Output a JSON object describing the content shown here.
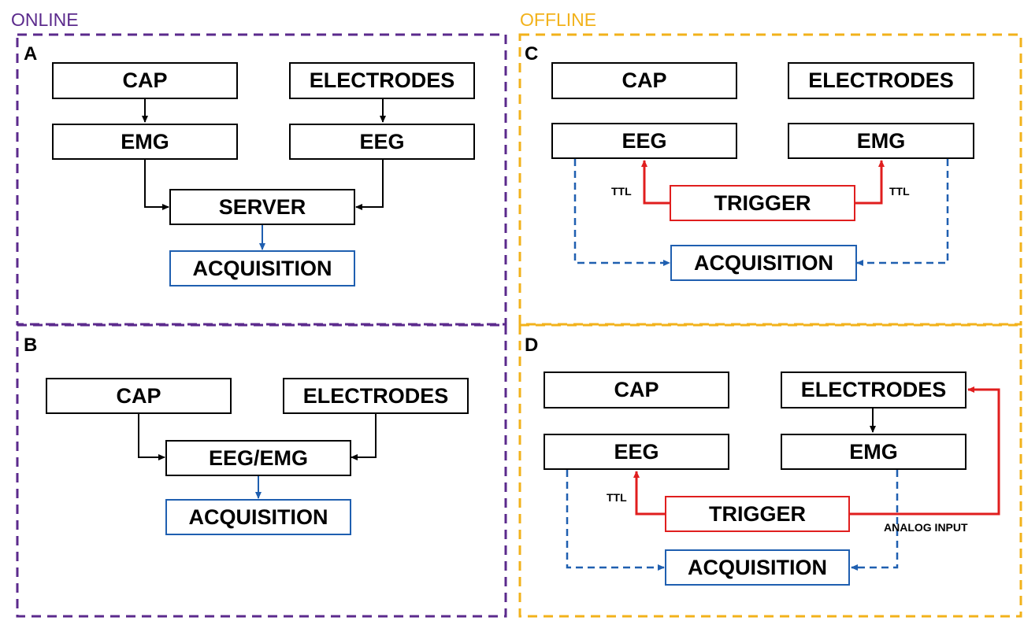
{
  "sections": {
    "online": {
      "label": "ONLINE",
      "color": "#5b2a8c"
    },
    "offline": {
      "label": "OFFLINE",
      "color": "#f2b21b"
    }
  },
  "panels": {
    "a": {
      "letter": "A",
      "cap": "CAP",
      "electrodes": "ELECTRODES",
      "emg": "EMG",
      "eeg": "EEG",
      "server": "SERVER",
      "acquisition": "ACQUISITION"
    },
    "b": {
      "letter": "B",
      "cap": "CAP",
      "electrodes": "ELECTRODES",
      "eeg_emg": "EEG/EMG",
      "acquisition": "ACQUISITION"
    },
    "c": {
      "letter": "C",
      "cap": "CAP",
      "electrodes": "ELECTRODES",
      "eeg": "EEG",
      "emg": "EMG",
      "trigger": "TRIGGER",
      "acquisition": "ACQUISITION",
      "ttl_left": "TTL",
      "ttl_right": "TTL"
    },
    "d": {
      "letter": "D",
      "cap": "CAP",
      "electrodes": "ELECTRODES",
      "eeg": "EEG",
      "emg": "EMG",
      "trigger": "TRIGGER",
      "acquisition": "ACQUISITION",
      "ttl": "TTL",
      "analog_input": "ANALOG INPUT"
    }
  },
  "colors": {
    "black_arrow": "#000000",
    "blue_arrow": "#1f5fb0",
    "red_arrow": "#e01e1e"
  }
}
